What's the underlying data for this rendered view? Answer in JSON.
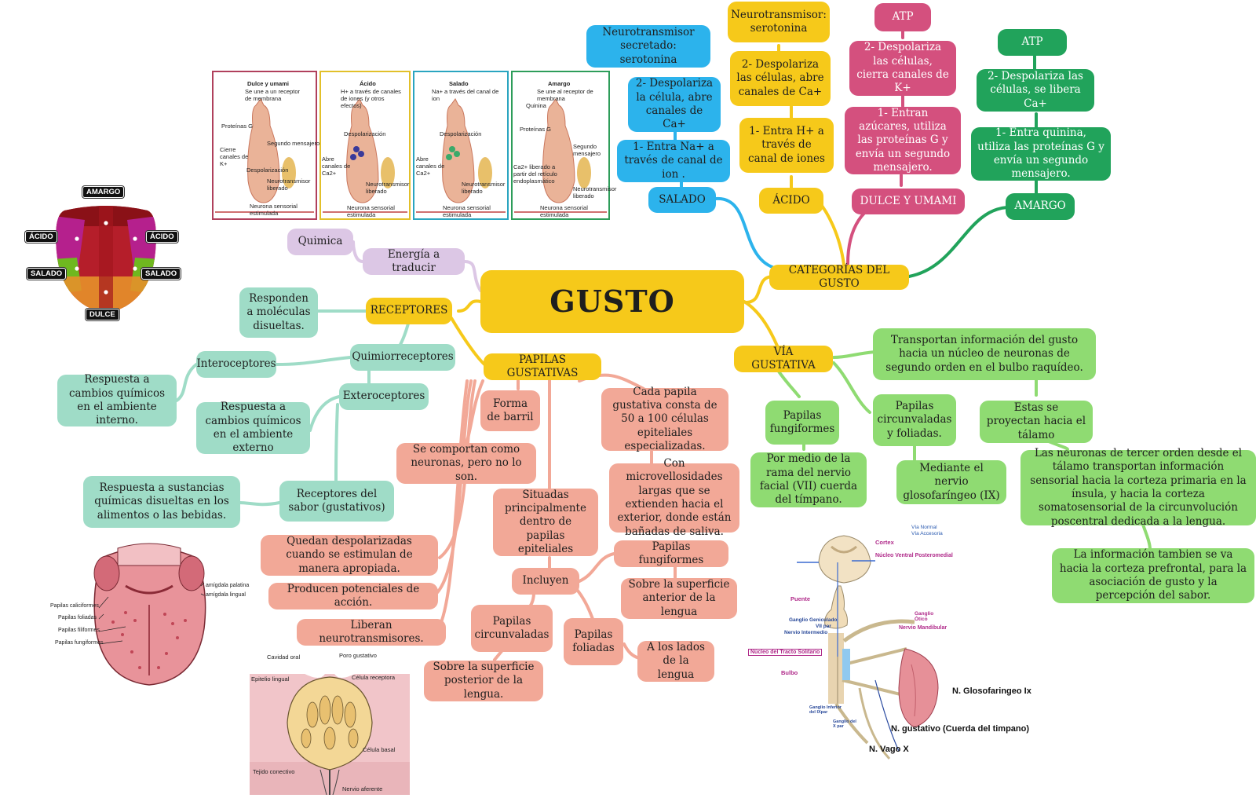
{
  "title": "GUSTO",
  "categorias": {
    "label": "CATEGORÍAS DEL GUSTO",
    "salado": {
      "label": "SALADO",
      "s1": "1- Entra Na+ a través de canal de ion .",
      "s2": "2- Despolariza la célula, abre canales de Ca+",
      "s3": "Neurotransmisor secretado: serotonina"
    },
    "acido": {
      "label": "ÁCIDO",
      "s1": "1- Entra H+ a través de canal de iones",
      "s2": "2- Despolariza las células, abre canales de Ca+",
      "s3": "Neurotransmisor: serotonina"
    },
    "dulce": {
      "label": "DULCE Y UMAMI",
      "s1": "1- Entran azúcares, utiliza las proteínas G y envía un segundo mensajero.",
      "s2": "2- Despolariza las células, cierra canales de K+",
      "s3": "ATP"
    },
    "amargo": {
      "label": "AMARGO",
      "s1": "1- Entra quinina, utiliza las proteínas G y envía un segundo mensajero.",
      "s2": "2- Despolariza las células, se libera Ca+",
      "s3": "ATP"
    }
  },
  "energia": {
    "label": "Energía a traducir",
    "quimica": "Quimica"
  },
  "receptores": {
    "label": "RECEPTORES",
    "responden": "Responden a moléculas disueltas.",
    "quimio": "Quimiorreceptores",
    "intero": "Interoceptores",
    "intero_desc": "Respuesta a cambios químicos en el ambiente interno.",
    "extero": "Exteroceptores",
    "extero_desc": "Respuesta a cambios químicos en el ambiente externo",
    "sabor": "Receptores del sabor (gustativos)",
    "sabor_desc": "Respuesta a sustancias químicas disueltas en los alimentos o las bebidas."
  },
  "papilas": {
    "label": "PAPILAS GUSTATIVAS",
    "barril": "Forma de barril",
    "neuronas": "Se comportan como neuronas, pero no lo son.",
    "despol": "Quedan despolarizadas cuando se estimulan de manera apropiada.",
    "potenciales": "Producen potenciales de acción.",
    "liberan": "Liberan neurotransmisores.",
    "situadas": "Situadas principalmente dentro de papilas epiteliales",
    "incluyen": "Incluyen",
    "fungi": "Papilas fungiformes",
    "fungi_desc": "Sobre la superficie anterior de la lengua",
    "circ": "Papilas circunvaladas",
    "circ_desc": "Sobre la superficie posterior de la lengua.",
    "foli": "Papilas foliadas",
    "foli_desc": "A los lados de la lengua",
    "cada": "Cada papila gustativa consta de 50 a 100 células epiteliales especializadas.",
    "micro": "Con microvellosidades largas que se extienden hacia el exterior, donde están bañadas de saliva."
  },
  "via": {
    "label": "VÍA GUSTATIVA",
    "transportan": "Transportan información del gusto hacia un núcleo de neuronas de segundo orden en el bulbo raquídeo.",
    "fungi": "Papilas fungiformes",
    "fungi_desc": "Por medio de la rama del nervio facial (VII) cuerda del tímpano.",
    "circ": "Papilas circunvaladas y foliadas.",
    "circ_desc": "Mediante el nervio glosofaríngeo (IX)",
    "proyectan": "Estas se proyectan hacia el tálamo",
    "tercer": "Las neuronas de tercer orden desde el tálamo transportan información sensorial hacia la corteza primaria en la ínsula, y hacia la corteza somatosensorial de la circunvolución poscentral dedicada a la lengua.",
    "prefrontal": "La información tambien se va hacia la corteza prefrontal, para la asociación de gusto y la percepción del sabor."
  },
  "tongue_map": {
    "amargo": "AMARGO",
    "acido_l": "ÁCIDO",
    "acido_r": "ÁCIDO",
    "salado_l": "SALADO",
    "salado_r": "SALADO",
    "dulce": "DULCE"
  },
  "receptor_panels": [
    {
      "title": "Dulce y umami",
      "sub": "Se une a un receptor de membrana",
      "labels": [
        "Proteínas G",
        "Cierre canales de K+",
        "Segundo mensajero",
        "Despolarización",
        "Neurotransmisor liberado",
        "Neurona sensorial estimulada"
      ]
    },
    {
      "title": "Ácido",
      "sub": "H+ a través de canales de iones (y otros efectos)",
      "labels": [
        "Despolarización",
        "Abre canales de Ca2+",
        "Neurotransmisor liberado",
        "Neurona sensorial estimulada"
      ]
    },
    {
      "title": "Salado",
      "sub": "Na+ a través del canal de ion",
      "labels": [
        "Despolarización",
        "Abre canales de Ca2+",
        "Neurotransmisor liberado",
        "Neurona sensorial estimulada"
      ]
    },
    {
      "title": "Amargo",
      "sub": "Se une al receptor de membrana",
      "labels": [
        "Quinina",
        "Proteínas G",
        "Segundo mensajero",
        "Ca2+ liberado a partir del retículo endoplasmático",
        "Neurotransmisor liberado",
        "Neurona sensorial estimulada"
      ]
    }
  ],
  "tongue_anatomy": {
    "amig_pal": "amígdala palatina",
    "amig_ling": "amígdala lingual",
    "calic": "Papilas caliciformes",
    "foli": "Papilas foliadas",
    "filif": "Papilas filiformes",
    "fungi": "Papilas fungiformes"
  },
  "bud_diagram": {
    "cavidad": "Cavidad oral",
    "poro": "Poro gustativo",
    "epitelio": "Epitelio lingual",
    "receptora": "Célula receptora",
    "basal": "Célula basal",
    "tejido": "Tejido conectivo",
    "nervio": "Nervio aferente"
  },
  "pathway_diagram": {
    "via_normal": "Vía Normal",
    "via_acc": "Vía Accesoria",
    "cortex": "Cortex",
    "nucleo_vpm": "Núcleo Ventral Posteromedial",
    "puente": "Puente",
    "ganglio_gen": "Ganglio Geniculado",
    "vii_par": "VII par",
    "nervio_int": "Nervio Intermedio",
    "ganglio_otico": "Ganglio Ótico",
    "nervio_mand": "Nervio Mandibular",
    "tracto": "Núcleo del Tracto Solitario",
    "bulbo": "Bulbo",
    "ganglio_inf": "Ganglio Inferior del IXpar",
    "ganglio_x": "Ganglio del X par",
    "glosof": "N. Glosofaringeo Ix",
    "gustativo": "N. gustativo (Cuerda del timpano)",
    "vago": "N. Vago X"
  },
  "colors": {
    "main": "#f6c91a",
    "salado": "#2cb3ec",
    "acido": "#f6c91a",
    "dulce": "#d4507e",
    "amargo": "#21a35b",
    "receptores": "#9fdcc7",
    "papilas": "#f2a897",
    "via": "#8fdb72",
    "energia": "#dcc7e5"
  }
}
